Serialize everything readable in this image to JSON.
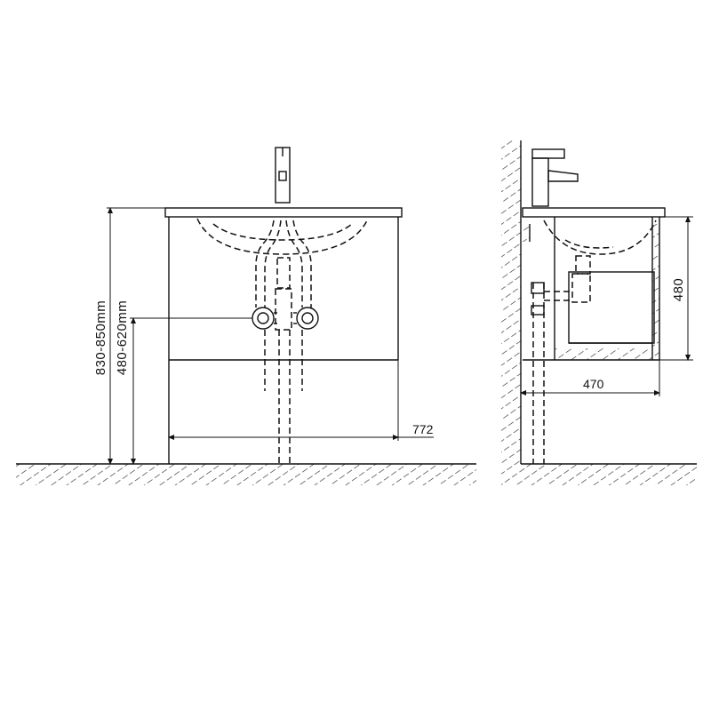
{
  "dimensions": {
    "height_range_label": "830-850mm",
    "pipe_height_label": "480-620mm",
    "cabinet_width_label": "772",
    "cabinet_depth_label": "470",
    "cabinet_height_label": "480"
  }
}
